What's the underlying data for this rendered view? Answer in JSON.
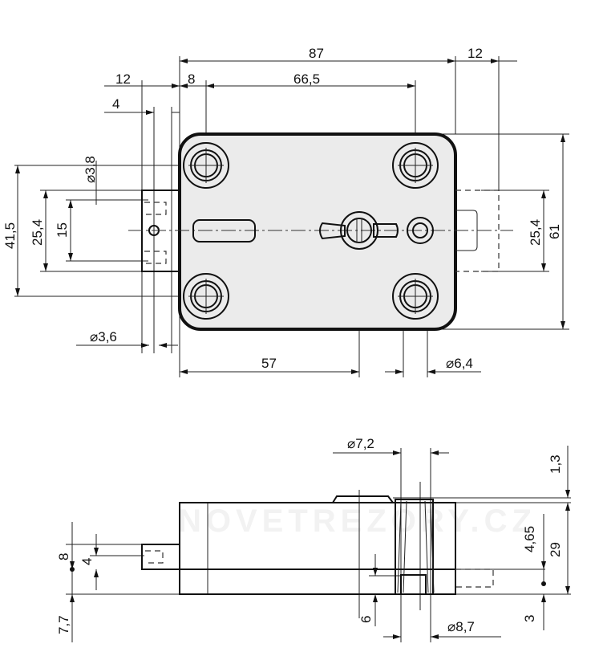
{
  "drawing": {
    "watermark": "NOVETREZORY.CZ",
    "front_view": {
      "dims": {
        "overall_width": "87",
        "right_bolt_extension": "12",
        "left_bolt_extension": "12",
        "hole_offset": "8",
        "hole_spacing_horizontal": "66,5",
        "bolt_pin_offset": "4",
        "bolt_hole_dia": "⌀3,8",
        "hole_spacing_vertical": "41,5",
        "bolt_height_left": "25,4",
        "bolt_pin_spacing": "15",
        "bolt_height_right": "25,4",
        "overall_height": "61",
        "pin_dia": "⌀3,6",
        "key_center": "57",
        "mount_hole_dia": "⌀6,4"
      }
    },
    "side_view": {
      "dims": {
        "cylinder_dia": "⌀7,2",
        "top_offset": "1,3",
        "bolt_offset": "4,65",
        "overall_depth": "29",
        "bottom_offset": "3",
        "stub_height": "8",
        "stub_pin": "4",
        "stub_bottom": "7,7",
        "key_depth": "6",
        "outer_dia": "⌀8,7"
      }
    }
  }
}
